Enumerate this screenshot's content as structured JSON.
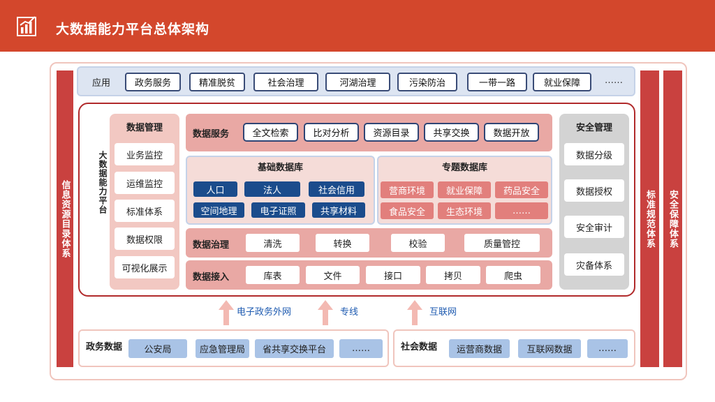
{
  "header": {
    "title": "大数据能力平台总体架构",
    "logo_icon": "bar-chart-icon"
  },
  "side_bars": {
    "left": "信息资源目录体系",
    "right_inner": "标准规范体系",
    "right_outer": "安全保障体系"
  },
  "application": {
    "label": "应用",
    "items": [
      "政务服务",
      "精准脱贫",
      "社会治理",
      "河湖治理",
      "污染防治",
      "一带一路",
      "就业保障"
    ],
    "more": "……"
  },
  "platform": {
    "vertical_label": "大数据能力平台",
    "data_management": {
      "title": "数据管理",
      "items": [
        "业务监控",
        "运维监控",
        "标准体系",
        "数据权限",
        "可视化展示"
      ]
    },
    "security_management": {
      "title": "安全管理",
      "items": [
        "数据分级",
        "数据授权",
        "安全审计",
        "灾备体系"
      ]
    },
    "data_service": {
      "label": "数据服务",
      "items": [
        "全文检索",
        "比对分析",
        "资源目录",
        "共享交换",
        "数据开放"
      ]
    },
    "basic_db": {
      "title": "基础数据库",
      "items": [
        "人口",
        "法人",
        "社会信用",
        "空间地理",
        "电子证照",
        "共享材料"
      ]
    },
    "thematic_db": {
      "title": "专题数据库",
      "items": [
        "营商环境",
        "就业保障",
        "药品安全",
        "食品安全",
        "生态环境",
        "……"
      ]
    },
    "data_governance": {
      "label": "数据治理",
      "items": [
        "清洗",
        "转换",
        "校验",
        "质量管控"
      ]
    },
    "data_access": {
      "label": "数据接入",
      "items": [
        "库表",
        "文件",
        "接口",
        "拷贝",
        "爬虫"
      ]
    }
  },
  "channels": [
    "电子政务外网",
    "专线",
    "互联网"
  ],
  "sources": {
    "government": {
      "label": "政务数据",
      "items": [
        "公安局",
        "应急管理局",
        "省共享交换平台",
        "……"
      ]
    },
    "social": {
      "label": "社会数据",
      "items": [
        "运营商数据",
        "互联网数据",
        "……"
      ]
    }
  },
  "colors": {
    "header": "#d3472c",
    "side_bar": "#c9413f",
    "frame_border": "#b12a2b",
    "basic_db": "#1b4c8c",
    "thematic_db": "#e27f7c",
    "source_item": "#a9c3e6"
  }
}
